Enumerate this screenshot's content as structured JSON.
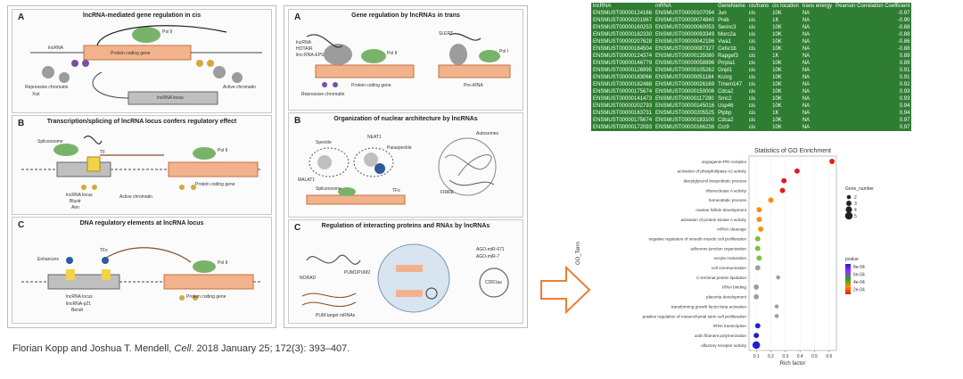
{
  "left_panel": {
    "sub_a": {
      "letter": "A",
      "title": "lncRNA-mediated gene regulation in cis",
      "labels": [
        "Pol II",
        "Protein coding gene",
        "lncRNA",
        "Repressive chromatin",
        "Xist",
        "Active chromatin",
        "lncRNA locus"
      ]
    },
    "sub_b": {
      "letter": "B",
      "title": "Transcription/splicing of lncRNA locus confers regulatory effect",
      "labels": [
        "Spliceosome",
        "TF",
        "Pol II",
        "lncRNA locus",
        "Blustr",
        "Airn",
        "Active chromatin",
        "Protein coding gene"
      ]
    },
    "sub_c": {
      "letter": "C",
      "title": "DNA regulatory elements at lncRNA locus",
      "labels": [
        "Enhancers",
        "TFs",
        "Pol II",
        "lncRNA locus",
        "lincRNA-p21",
        "Bendr",
        "Protein coding gene"
      ]
    }
  },
  "mid_panel": {
    "sub_a": {
      "letter": "A",
      "title": "Gene regulation by lncRNAs in trans",
      "labels": [
        "lncRNA",
        "HOTAIR",
        "linc-RNA-EPS",
        "Pol II",
        "Protein coding gene",
        "Repressive chromatin",
        "SLERT",
        "Pol I",
        "Pre-rRNA"
      ]
    },
    "sub_b": {
      "letter": "B",
      "title": "Organization of nuclear architecture by lncRNAs",
      "labels": [
        "Speckle",
        "Paraspeckle",
        "MALAT1",
        "NEAT1",
        "Spliceosome",
        "TFs",
        "Autosomes",
        "FIRRE"
      ]
    },
    "sub_c": {
      "letter": "C",
      "title": "Regulation of interacting proteins and RNAs by lncRNAs",
      "labels": [
        "NORAD",
        "PUM1/PUM2",
        "PUM-target mRNAs",
        "AGO-miR-7",
        "AGO-miR-671",
        "CDR1as"
      ]
    }
  },
  "citation": {
    "authors": "Florian Kopp and Joshua T. Mendell, ",
    "journal": "Cell",
    "details": ". 2018 January 25; 172(3): 393–407."
  },
  "table": {
    "headers": [
      "lncRNA",
      "mRNA",
      "GeneName",
      "cis/trans",
      "cis location",
      "trans energy",
      "Pearson Correlation Coefficient"
    ],
    "rows": [
      [
        "ENSMUST00000124166",
        "ENSMUST00000107094",
        "Jun",
        "cis",
        "10K",
        "NA",
        "-0.97"
      ],
      [
        "ENSMUST00000201967",
        "ENSMUST00000074840",
        "Preb",
        "cis",
        "1K",
        "NA",
        "-0.90"
      ],
      [
        "ENSMUST00000160253",
        "ENSMUST00000060053",
        "Serinc3",
        "cis",
        "10K",
        "NA",
        "-0.88"
      ],
      [
        "ENSMUST00000182330",
        "ENSMUST00000093349",
        "Morc2a",
        "cis",
        "10K",
        "NA",
        "-0.88"
      ],
      [
        "ENSMUST00000207628",
        "ENSMUST00000042196",
        "Vwa1",
        "cis",
        "10K",
        "NA",
        "-0.86"
      ],
      [
        "ENSMUST00000184504",
        "ENSMUST00000087327",
        "Celsr1b",
        "cis",
        "10K",
        "NA",
        "-0.88"
      ],
      [
        "ENSMUST00000124374",
        "ENSMUST00000135080",
        "Rapgef3",
        "cis",
        "1K",
        "NA",
        "0.89"
      ],
      [
        "ENSMUST00000146779",
        "ENSMUST00000058896",
        "Prrpla1",
        "cis",
        "10K",
        "NA",
        "0.89"
      ],
      [
        "ENSMUST00000126995",
        "ENSMUST00000105262",
        "Gnpl1",
        "cis",
        "10K",
        "NA",
        "0.91"
      ],
      [
        "ENSMUST00000183066",
        "ENSMUST00000051184",
        "Kcnrg",
        "cis",
        "10K",
        "NA",
        "0.91"
      ],
      [
        "ENSMUST00000182488",
        "ENSMUST00000026169",
        "Tmem147",
        "cis",
        "10K",
        "NA",
        "0.92"
      ],
      [
        "ENSMUST00000175674",
        "ENSMUST00000150006",
        "Cdca2",
        "cis",
        "10K",
        "NA",
        "0.93"
      ],
      [
        "ENSMUST00000141473",
        "ENSMUST00000117280",
        "Smc2",
        "cis",
        "10K",
        "NA",
        "0.93"
      ],
      [
        "ENSMUST00000202793",
        "ENSMUST00000145016",
        "Usp46",
        "cis",
        "10K",
        "NA",
        "0.94"
      ],
      [
        "ENSMUST00000163731",
        "ENSMUST00000205525",
        "Plpbp",
        "cis",
        "1K",
        "NA",
        "0.94"
      ],
      [
        "ENSMUST00000175674",
        "ENSMUST00000183100",
        "Cdca2",
        "cis",
        "10K",
        "NA",
        "0.97"
      ],
      [
        "ENSMUST00000172093",
        "ENSMUST00000166236",
        "Ccr9",
        "cis",
        "10K",
        "NA",
        "0.97"
      ]
    ]
  },
  "chart_data": {
    "type": "scatter",
    "title": "Statistics of GO Enrichment",
    "xlabel": "Rich factor",
    "ylabel": "GO_Term",
    "xlim": [
      0.05,
      0.65
    ],
    "xticks": [
      0.1,
      0.2,
      0.3,
      0.4,
      0.5,
      0.6
    ],
    "xtick_labels": [
      "0.1",
      "0.2",
      "0.3",
      "0.4",
      "0.5",
      "0.6"
    ],
    "terms": [
      "olfactory receptor activity",
      "actin filament polymerization",
      "rRNA transcription",
      "positive regulation of mesenchymal stem cell proliferation",
      "transforming growth factor beta activation",
      "placenta development",
      "tRNA binding",
      "C-terminal protein lipidation",
      "cell communication",
      "oocyte maturation",
      "adherens junction organization",
      "negative regulation of smooth muscle cell proliferation",
      "mRNA cleavage",
      "activation of protein kinase A activity",
      "ovarian follicle development",
      "homeostatic process",
      "ribonuclease A activity",
      "diacylglycerol biosynthetic process",
      "activation of phospholipase A2 activity",
      "angiogenin-PRI complex"
    ],
    "rich_factor": [
      0.1,
      0.1,
      0.11,
      0.24,
      0.24,
      0.1,
      0.1,
      0.25,
      0.11,
      0.12,
      0.11,
      0.11,
      0.13,
      0.12,
      0.12,
      0.2,
      0.28,
      0.29,
      0.38,
      0.62
    ],
    "gene_number": [
      5,
      3,
      3,
      2,
      2,
      3,
      3,
      2,
      3,
      3,
      3,
      3,
      3,
      3,
      3,
      3,
      3,
      3,
      3,
      3
    ],
    "pvalue": [
      0.0009,
      0.0008,
      0.0008,
      0.0007,
      0.0007,
      0.0007,
      0.0007,
      0.0007,
      0.0006,
      0.0005,
      0.0004,
      0.0004,
      0.0003,
      0.0003,
      0.0003,
      0.0002,
      0.0001,
      0.0001,
      0.0001,
      1e-05
    ],
    "legend_size": {
      "title": "Gene_number",
      "entries": [
        "2",
        "3",
        "4",
        "5"
      ]
    },
    "legend_color": {
      "title": "pvalue",
      "entries": [
        "8e-04",
        "6e-04",
        "4e-04",
        "2e-04"
      ]
    },
    "colors": {
      "low": "#e41a1c",
      "mid1": "#ff8c00",
      "mid2": "#7fbf3f",
      "mid3": "#9e9e9e",
      "high": "#1f1fd0"
    }
  }
}
